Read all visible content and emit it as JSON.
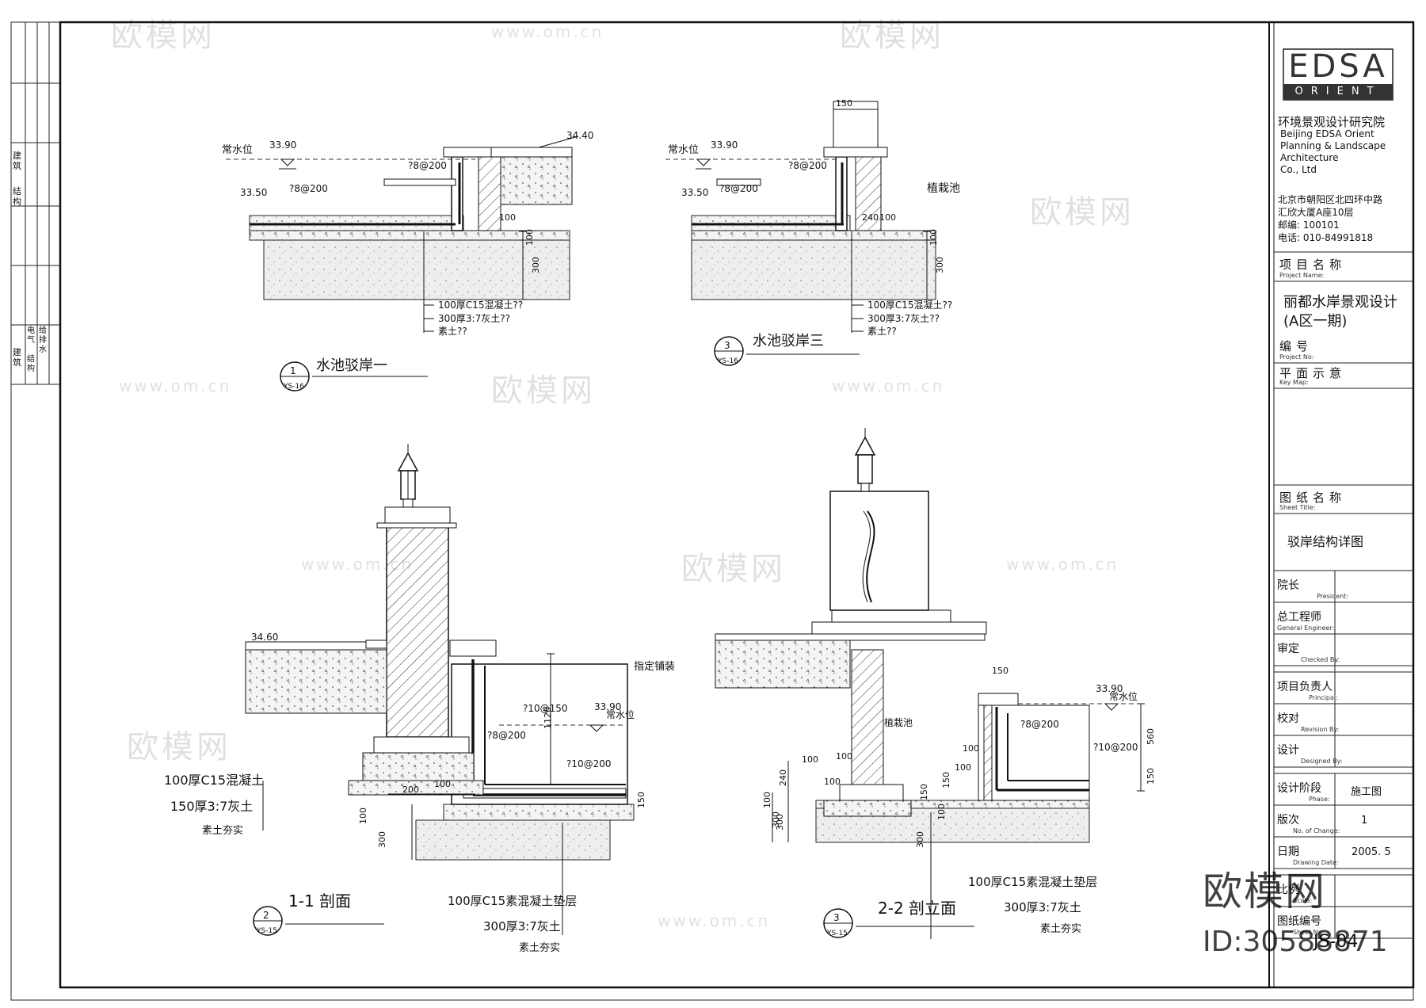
{
  "firm": {
    "logo_main": "EDSA",
    "logo_sub": "ORIENT",
    "name_cn": "环境景观设计研究院",
    "name_en": [
      "Beijing EDSA Orient",
      "Planning & Landscape",
      "Architecture",
      "Co., Ltd"
    ],
    "address": [
      "北京市朝阳区北四环中路",
      "汇欣大厦A座10层"
    ],
    "postcode": "邮编:  100101",
    "phone": "电话:  010-84991818"
  },
  "title_block": {
    "project_name_cn": "项目名称",
    "project_name_en": "Project   Name:",
    "project_value": [
      "丽都水岸景观设计",
      "(A区一期)"
    ],
    "project_no_cn": "编号",
    "project_no_en": "Project No:",
    "key_plan_cn": "平面示意",
    "key_plan_en": "Key Map:",
    "sheet_title_cn": "图纸名称",
    "sheet_title_en": "Sheet   Title:",
    "sheet_title_value": "驳岸结构详图",
    "signatures": [
      {
        "cn": "院长",
        "en": "President:"
      },
      {
        "cn": "总工程师",
        "en": "General Engineer:"
      },
      {
        "cn": "审定",
        "en": "Checked By:"
      },
      {
        "cn": "项目负责人",
        "en": "Principal:"
      },
      {
        "cn": "校对",
        "en": "Revision By:"
      },
      {
        "cn": "设计",
        "en": "Designed By:"
      }
    ],
    "phase_cn": "设计阶段",
    "phase_en": "Phase:",
    "phase_value": "施工图",
    "revision_cn": "版次",
    "revision_en": "No. of Change:",
    "revision_value": "1",
    "date_cn": "日期",
    "date_en": "Drawing Date:",
    "date_value": "2005. 5",
    "scale_cn": "比例",
    "scale_en": "Scale:",
    "sheet_no_cn": "图纸编号",
    "sheet_no_en": "Sheet No:",
    "sheet_no_value": "JS-04"
  },
  "left_strip": [
    "建筑",
    "结构",
    "给排水",
    "电气",
    "建筑",
    "结构"
  ],
  "details": {
    "d1": {
      "title": "水池驳岸一",
      "num": "1",
      "ref": "YS-16",
      "water_level": "常水位",
      "elev_water": "33.90",
      "elev_bottom": "33.50",
      "elev_top": "34.40",
      "rebar1": "?8@200",
      "rebar2": "?8@200",
      "dims": [
        "100",
        "100",
        "300"
      ],
      "layers": [
        "100厚C15混凝土??",
        "300厚3:7灰土??",
        "素土??"
      ]
    },
    "d3": {
      "title": "水池驳岸三",
      "num": "3",
      "ref": "YS-16",
      "water_level": "常水位",
      "elev_water": "33.90",
      "elev_bottom": "33.50",
      "rebar1": "?8@200",
      "rebar2": "?8@200",
      "planter": "植栽池",
      "dims": [
        "150",
        "240",
        "100",
        "100",
        "300"
      ],
      "layers": [
        "100厚C15混凝土??",
        "300厚3:7灰土??",
        "素土??"
      ]
    },
    "s1": {
      "title": "1-1  剖面",
      "num": "2",
      "ref": "YS-15",
      "elev_top": "34.60",
      "elev_water": "33.90",
      "water_level": "常水位",
      "paving": "指定铺装",
      "rebar1": "?10@150",
      "rebar2": "?8@200",
      "rebar3": "?10@200",
      "dims": [
        "1120",
        "150",
        "200",
        "100",
        "100",
        "300"
      ],
      "left_layers": [
        "100厚C15混凝土",
        "150厚3:7灰土",
        "素土夯实"
      ],
      "bottom_layers": [
        "100厚C15素混凝土垫层",
        "300厚3:7灰土",
        "素土夯实"
      ]
    },
    "s2": {
      "title": "2-2  剖立面",
      "num": "3",
      "ref": "YS-15",
      "elev_water": "33.90",
      "water_level": "常水位",
      "planter": "植栽池",
      "rebar1": "?8@200",
      "rebar2": "?10@200",
      "dims": [
        "150",
        "560",
        "150",
        "100",
        "100",
        "100",
        "240",
        "100",
        "300",
        "300",
        "100",
        "150",
        "100",
        "100",
        "150",
        "300"
      ],
      "bottom_layers": [
        "100厚C15素混凝土垫层",
        "300厚3:7灰土",
        "素土夯实"
      ]
    }
  },
  "watermarks": {
    "brand": "欧模网",
    "site": "www.om.cn",
    "id": "ID:30588871"
  }
}
